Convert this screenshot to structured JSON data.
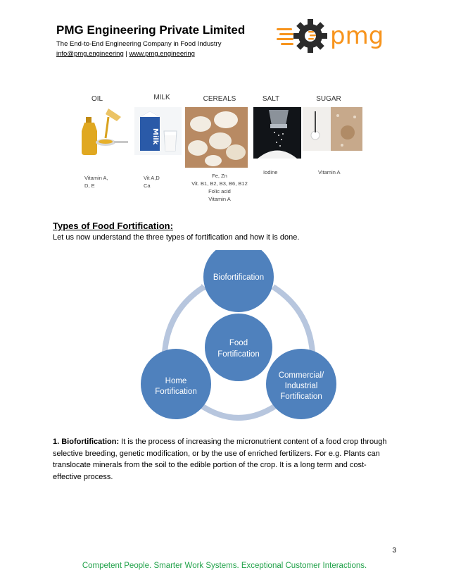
{
  "header": {
    "company_name": "PMG Engineering Private Limited",
    "tagline": "The End-to-End Engineering Company in Food Industry",
    "email": "info@pmg.engineering",
    "separator": "|",
    "website": "www.pmg.engineering",
    "logo_text": "pmg",
    "logo_color": "#f7941d"
  },
  "foods": [
    {
      "name": "OIL",
      "nutrients": [
        "Vitamin A,",
        "D, E"
      ]
    },
    {
      "name": "MILK",
      "nutrients": [
        "Vit A,D",
        "Ca"
      ]
    },
    {
      "name": "CEREALS",
      "nutrients": [
        "Fe, Zn",
        "Vit. B1, B2, B3, B6, B12",
        "Folic acid",
        "Vitamin A"
      ]
    },
    {
      "name": "SALT",
      "nutrients": [
        "Iodine"
      ]
    },
    {
      "name": "SUGAR",
      "nutrients": [
        "Vitamin A"
      ]
    }
  ],
  "milk_carton_text": "Milk",
  "section": {
    "title": "Types of Food Fortification:",
    "intro": "Let us now understand the three types of fortification and how it is done."
  },
  "diagram": {
    "center": [
      "Food",
      "Fortification"
    ],
    "top": [
      "Biofortification"
    ],
    "right": [
      "Commercial/",
      "Industrial",
      "Fortification"
    ],
    "left": [
      "Home",
      "Fortification"
    ],
    "node_color": "#4f81bd",
    "ring_color": "#b7c6de"
  },
  "paragraph": {
    "lead": "1. Biofortification:",
    "text": " It is the process of increasing the micronutrient content of a food crop through selective breeding, genetic modification, or by the use of enriched fertilizers. For e.g. Plants can translocate minerals from the soil to the edible portion of the crop. It is a long term and cost-effective process."
  },
  "page_number": "3",
  "footer": "Competent People. Smarter Work Systems. Exceptional Customer Interactions."
}
